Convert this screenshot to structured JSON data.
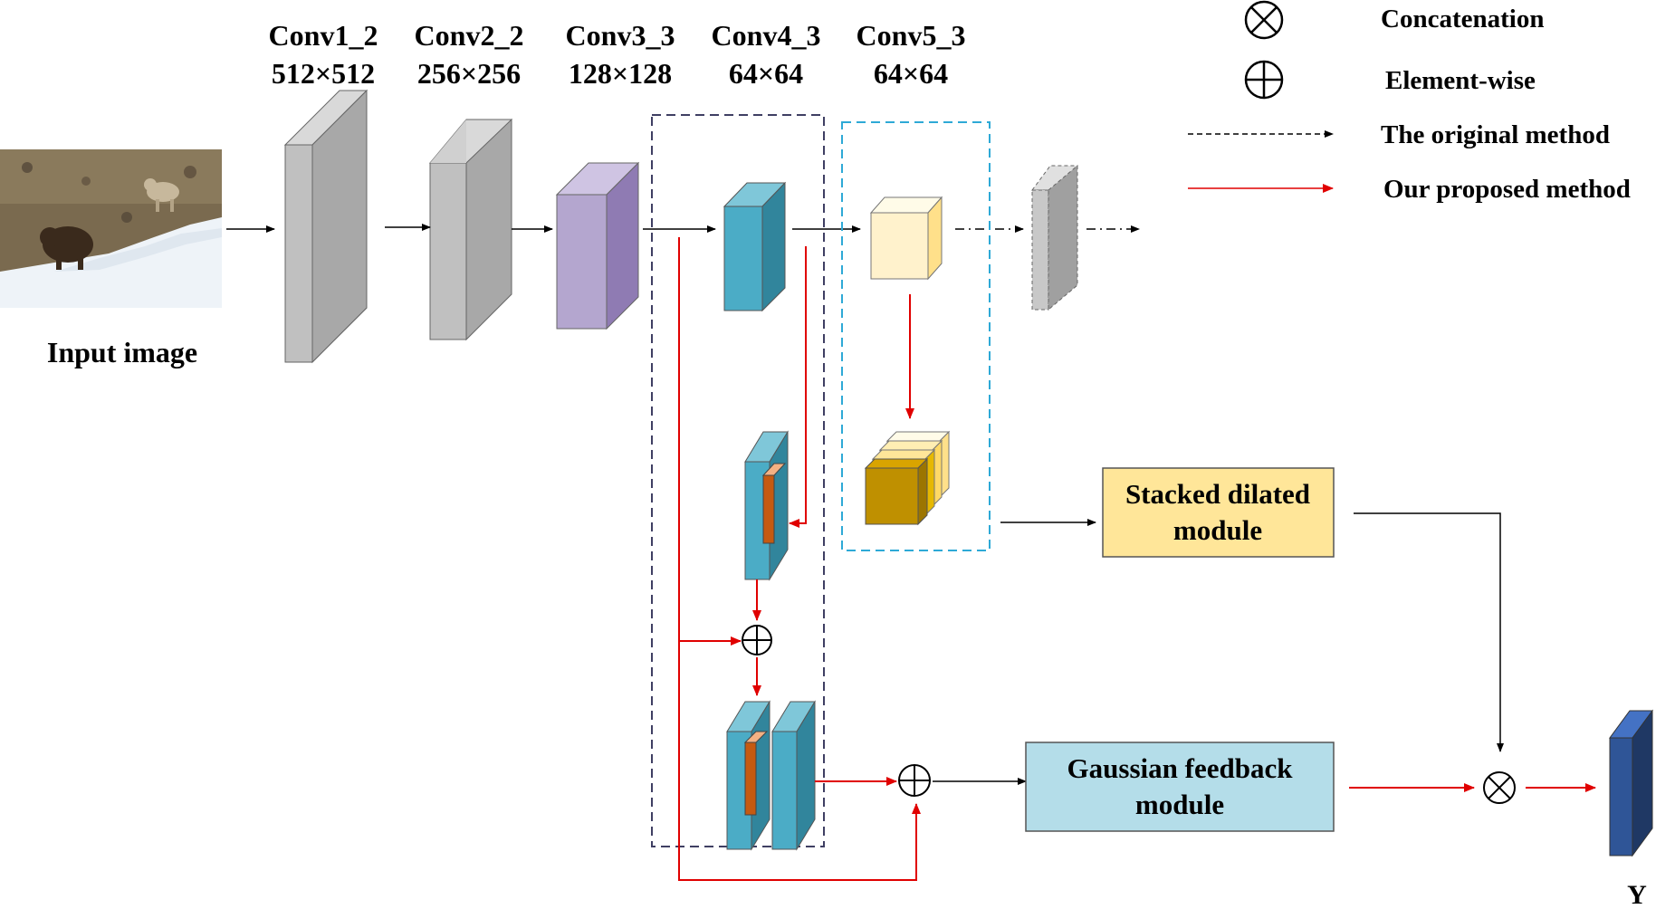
{
  "layers": [
    {
      "name": "Conv1_2",
      "size": "512×512"
    },
    {
      "name": "Conv2_2",
      "size": "256×256"
    },
    {
      "name": "Conv3_3",
      "size": "128×128"
    },
    {
      "name": "Conv4_3",
      "size": "64×64"
    },
    {
      "name": "Conv5_3",
      "size": "64×64"
    }
  ],
  "input_label": "Input image",
  "output_label": "Y",
  "legend": {
    "concatenation": "Concatenation",
    "elementwise": "Element-wise",
    "original": "The original method",
    "proposed": "Our proposed method"
  },
  "modules": {
    "stacked": [
      "Stacked dilated",
      "module"
    ],
    "gaussian": [
      "Gaussian feedback",
      "module"
    ]
  },
  "colors": {
    "gray_block": "#bfbfbf",
    "purple_block": "#b4a6cf",
    "teal_block": "#4bacc6",
    "cream_block": "#fff2cc",
    "gold_block": "#bf9000",
    "orange_inner": "#c55a11",
    "navy_block": "#2f5597",
    "stacked_fill": "#ffe699",
    "gaussian_fill": "#b4dde9",
    "red_arrow": "#e00000",
    "box_purple_dash": "#3f3f63",
    "box_blue_dash": "#2ea9d6"
  }
}
